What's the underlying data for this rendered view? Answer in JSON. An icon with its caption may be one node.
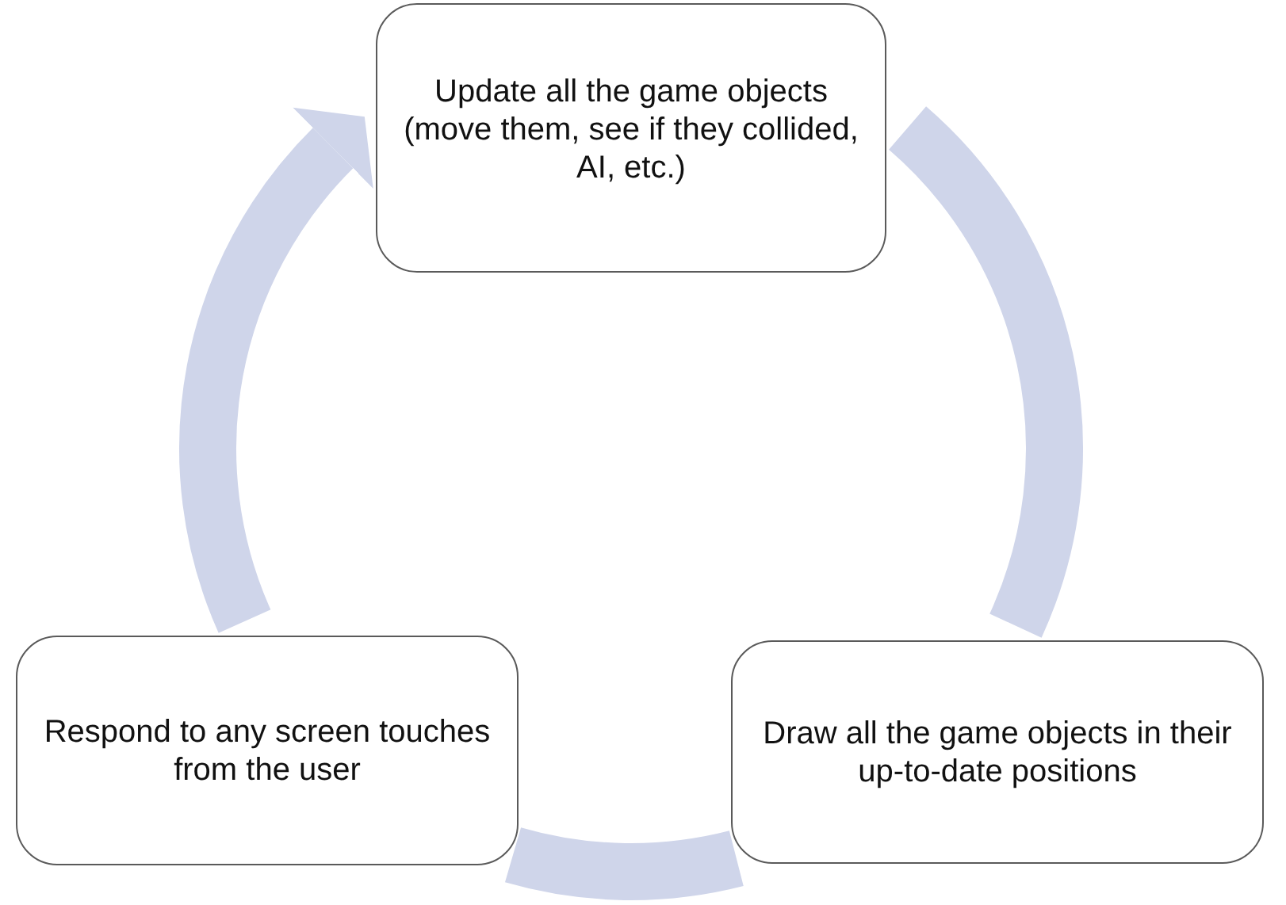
{
  "diagram": {
    "nodes": [
      {
        "text": [
          "Update all the game objects (move them, see if they collided, AI, etc.)"
        ]
      },
      {
        "text": [
          "Respond to any screen touches from the user"
        ]
      },
      {
        "text": [
          "Draw all the game objects in their up-to-date positions"
        ]
      }
    ],
    "edges": [
      {
        "from": 0,
        "to": 2,
        "arrow": "none"
      },
      {
        "from": 2,
        "to": 1,
        "arrow": "none"
      },
      {
        "from": 1,
        "to": 0,
        "arrow": "to"
      }
    ]
  }
}
